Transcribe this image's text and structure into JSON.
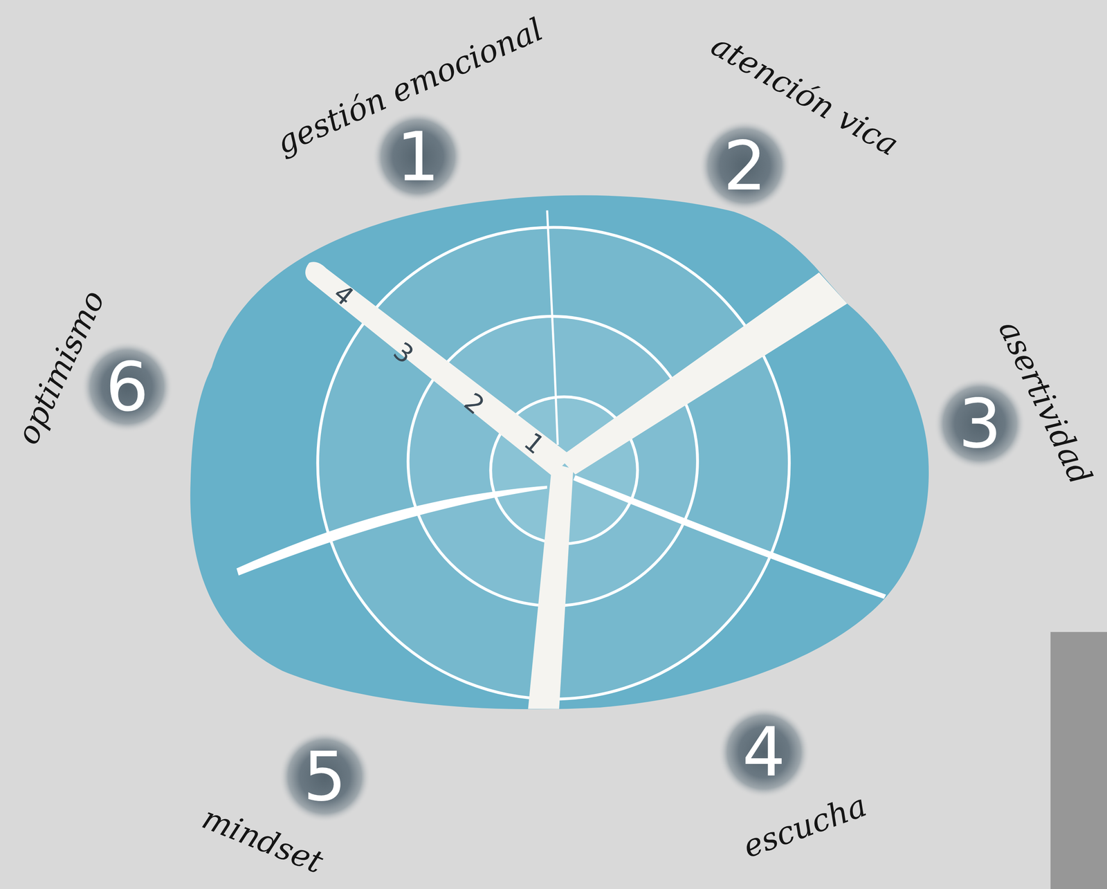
{
  "diagram": {
    "nodes": [
      {
        "text": [
          "1",
          "gestión emocional"
        ]
      },
      {
        "text": [
          "2",
          "atención vica"
        ]
      },
      {
        "text": [
          "3",
          "asertividad"
        ]
      },
      {
        "text": [
          "4",
          "escucha"
        ]
      },
      {
        "text": [
          "5",
          "mindset"
        ]
      },
      {
        "text": [
          "6",
          "optimismo"
        ]
      }
    ],
    "labels": [
      "4",
      "3",
      "2",
      "1"
    ]
  }
}
